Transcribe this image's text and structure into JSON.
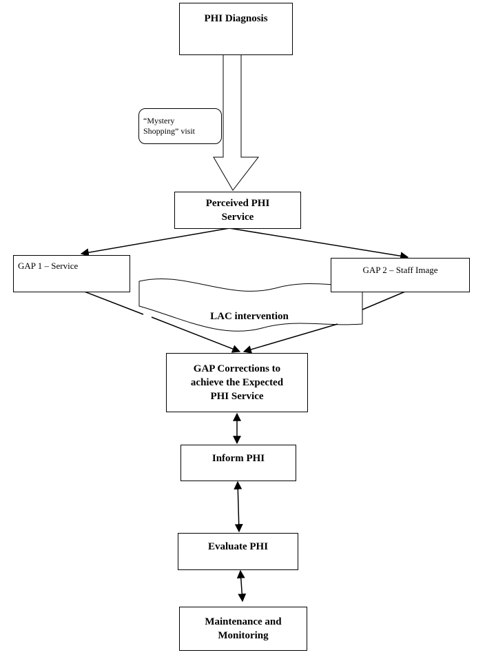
{
  "nodes": {
    "phi_diagnosis": "PHI Diagnosis",
    "mystery_line1": "“Mystery",
    "mystery_line2": "Shopping” visit",
    "perceived_line1": "Perceived PHI",
    "perceived_line2": "Service",
    "gap1": "GAP 1 – Service",
    "gap2": "GAP 2 – Staff Image",
    "lac": "LAC intervention",
    "corrections_line1": "GAP Corrections to",
    "corrections_line2": "achieve the Expected",
    "corrections_line3": "PHI Service",
    "inform": "Inform PHI",
    "evaluate": "Evaluate PHI",
    "maintenance_line1": "Maintenance and",
    "maintenance_line2": "Monitoring"
  }
}
